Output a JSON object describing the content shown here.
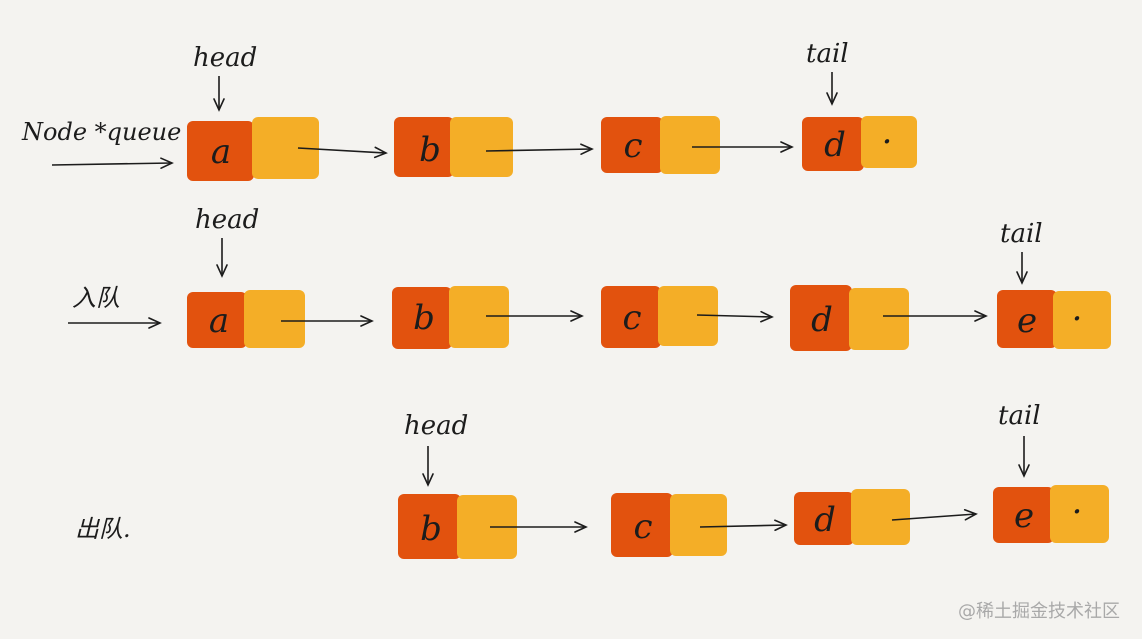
{
  "colors": {
    "data_cell": "#e2520e",
    "next_cell": "#f4ae27",
    "ink": "#1c1c1c",
    "background": "#f4f3f0"
  },
  "pointers": {
    "head": "head",
    "tail": "tail"
  },
  "rows": [
    {
      "label": "Node *queue",
      "nodes": [
        "a",
        "b",
        "c",
        "d"
      ],
      "head_index": 0,
      "tail_index": 3
    },
    {
      "label": "入队",
      "nodes": [
        "a",
        "b",
        "c",
        "d",
        "e"
      ],
      "head_index": 0,
      "tail_index": 4
    },
    {
      "label": "出队.",
      "nodes": [
        "b",
        "c",
        "d",
        "e"
      ],
      "head_index": 0,
      "tail_index": 3
    }
  ],
  "null_marker": "·",
  "watermark": "@稀土掘金技术社区"
}
